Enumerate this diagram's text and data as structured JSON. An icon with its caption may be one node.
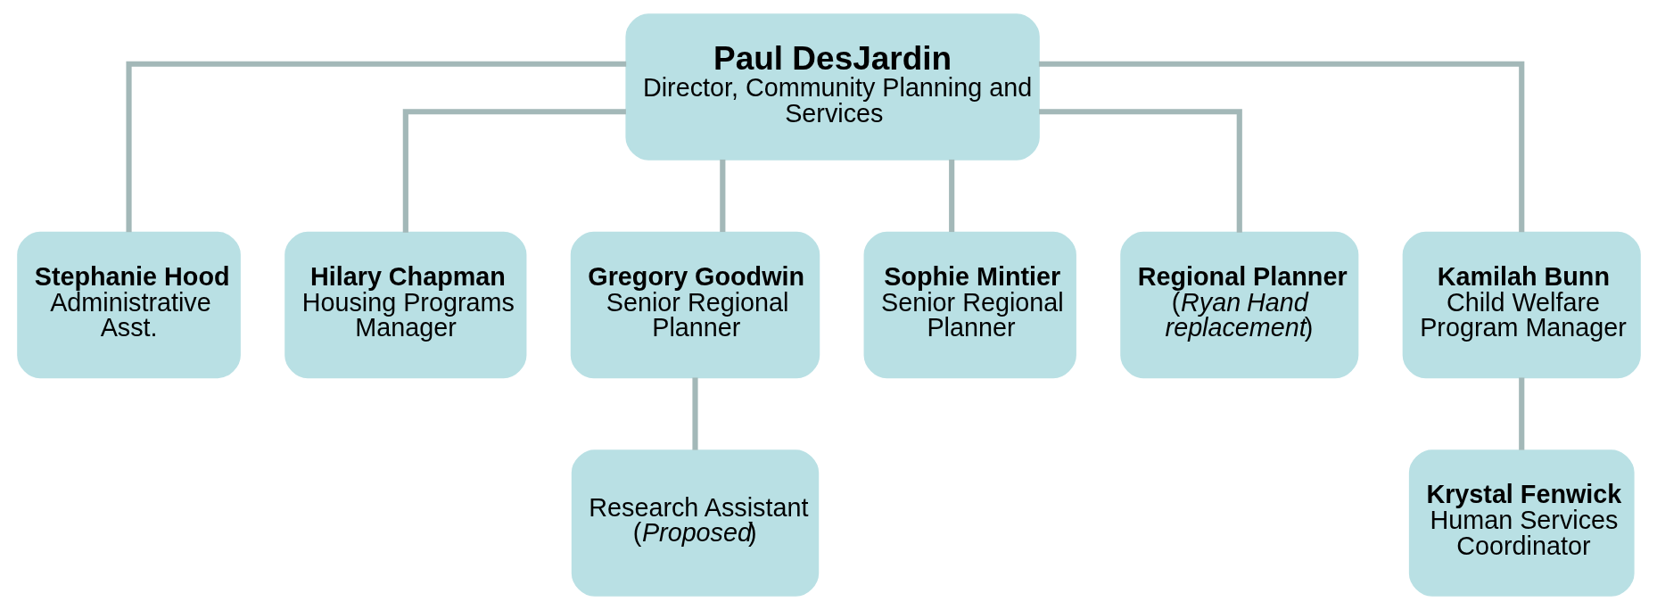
{
  "diagram": {
    "nodes": [
      {
        "text": [
          "Paul DesJardin",
          "Director, Community Planning and Services"
        ]
      },
      {
        "text": [
          "Stephanie Hood",
          "Administrative Asst."
        ]
      },
      {
        "text": [
          "Hilary Chapman",
          "Housing Programs Manager"
        ]
      },
      {
        "text": [
          "Gregory Goodwin",
          "Senior Regional Planner"
        ]
      },
      {
        "text": [
          "Sophie Mintier",
          "Senior Regional Planner"
        ]
      },
      {
        "text": [
          "Regional Planner",
          "(*Ryan Hand replacement*)"
        ]
      },
      {
        "text": [
          "Kamilah Bunn",
          "Child Welfare Program Manager"
        ]
      },
      {
        "text": [
          "Research Assistant (*Proposed*)"
        ]
      },
      {
        "text": [
          "Krystal Fenwick",
          "Human Services Coordinator"
        ]
      }
    ],
    "edges": [
      {
        "from": 0,
        "to": 1,
        "arrow": "none"
      },
      {
        "from": 0,
        "to": 2,
        "arrow": "none"
      },
      {
        "from": 0,
        "to": 3,
        "arrow": "none"
      },
      {
        "from": 0,
        "to": 4,
        "arrow": "none"
      },
      {
        "from": 0,
        "to": 5,
        "arrow": "none"
      },
      {
        "from": 0,
        "to": 6,
        "arrow": "none"
      },
      {
        "from": 3,
        "to": 7,
        "arrow": "none"
      },
      {
        "from": 6,
        "to": 8,
        "arrow": "none"
      }
    ]
  }
}
